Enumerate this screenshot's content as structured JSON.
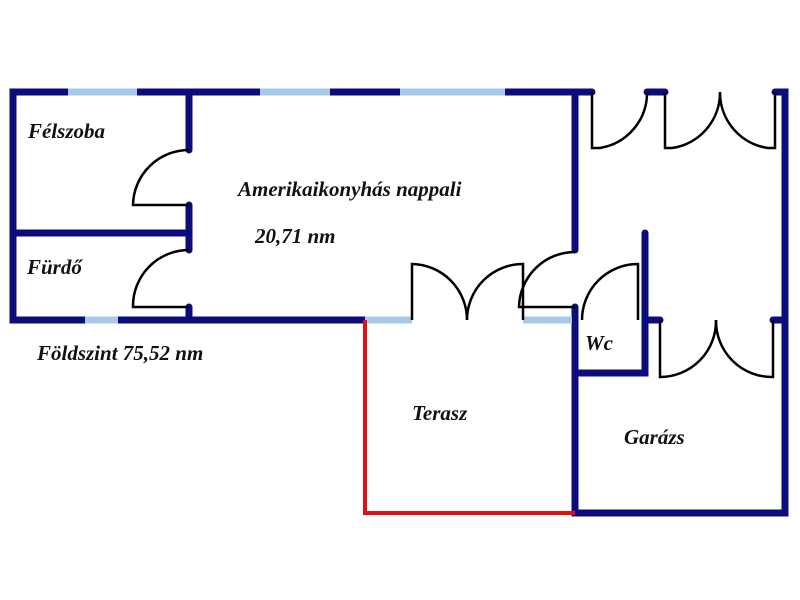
{
  "colors": {
    "wall": "#0c0c7c",
    "window": "#a8c8e8",
    "terrace_edge": "#e01010",
    "door": "#000000"
  },
  "rooms": {
    "felszoba": "Félszoba",
    "furdo": "Fürdő",
    "nappali": "Amerikaikonyhás nappali",
    "nappali_area": "20,71 nm",
    "floor_total": "Földszint 75,52 nm",
    "terasz": "Terasz",
    "wc": "Wc",
    "garazs": "Garázs"
  }
}
